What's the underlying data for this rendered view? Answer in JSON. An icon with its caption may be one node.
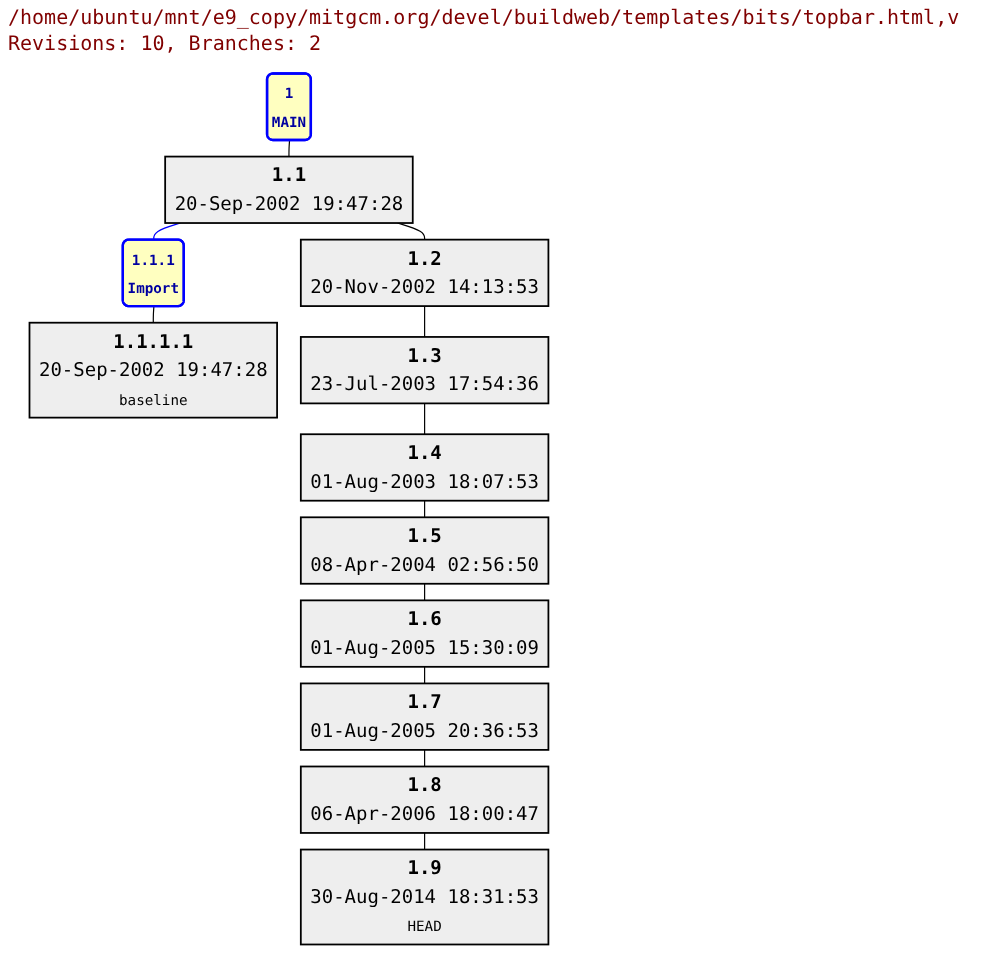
{
  "diagram": {
    "title": "/home/ubuntu/mnt/e9_copy/mitgcm.org/devel/buildweb/templates/bits/topbar.html,v",
    "labels": [
      "Revisions: 10, Branches: 2"
    ],
    "nodes": [
      {
        "text": [
          "1",
          "MAIN"
        ]
      },
      {
        "text": [
          "1.1",
          "20-Sep-2002 19:47:28"
        ]
      },
      {
        "text": [
          "1.1.1",
          "Import"
        ]
      },
      {
        "text": [
          "1.1.1.1",
          "20-Sep-2002 19:47:28",
          "baseline"
        ]
      },
      {
        "text": [
          "1.2",
          "20-Nov-2002 14:13:53"
        ]
      },
      {
        "text": [
          "1.3",
          "23-Jul-2003 17:54:36"
        ]
      },
      {
        "text": [
          "1.4",
          "01-Aug-2003 18:07:53"
        ]
      },
      {
        "text": [
          "1.5",
          "08-Apr-2004 02:56:50"
        ]
      },
      {
        "text": [
          "1.6",
          "01-Aug-2005 15:30:09"
        ]
      },
      {
        "text": [
          "1.7",
          "01-Aug-2005 20:36:53"
        ]
      },
      {
        "text": [
          "1.8",
          "06-Apr-2006 18:00:47"
        ]
      },
      {
        "text": [
          "1.9",
          "30-Aug-2014 18:31:53",
          "HEAD"
        ]
      }
    ],
    "edges": [
      {
        "from": 0,
        "to": 1,
        "arrow": "none"
      },
      {
        "from": 1,
        "to": 2,
        "arrow": "none",
        "color": "#0000ff"
      },
      {
        "from": 2,
        "to": 3,
        "arrow": "none"
      },
      {
        "from": 1,
        "to": 4,
        "arrow": "none"
      },
      {
        "from": 4,
        "to": 5,
        "arrow": "none"
      },
      {
        "from": 5,
        "to": 6,
        "arrow": "none"
      },
      {
        "from": 6,
        "to": 7,
        "arrow": "none"
      },
      {
        "from": 7,
        "to": 8,
        "arrow": "none"
      },
      {
        "from": 8,
        "to": 9,
        "arrow": "none"
      },
      {
        "from": 9,
        "to": 10,
        "arrow": "none"
      },
      {
        "from": 10,
        "to": 11,
        "arrow": "none"
      }
    ]
  }
}
